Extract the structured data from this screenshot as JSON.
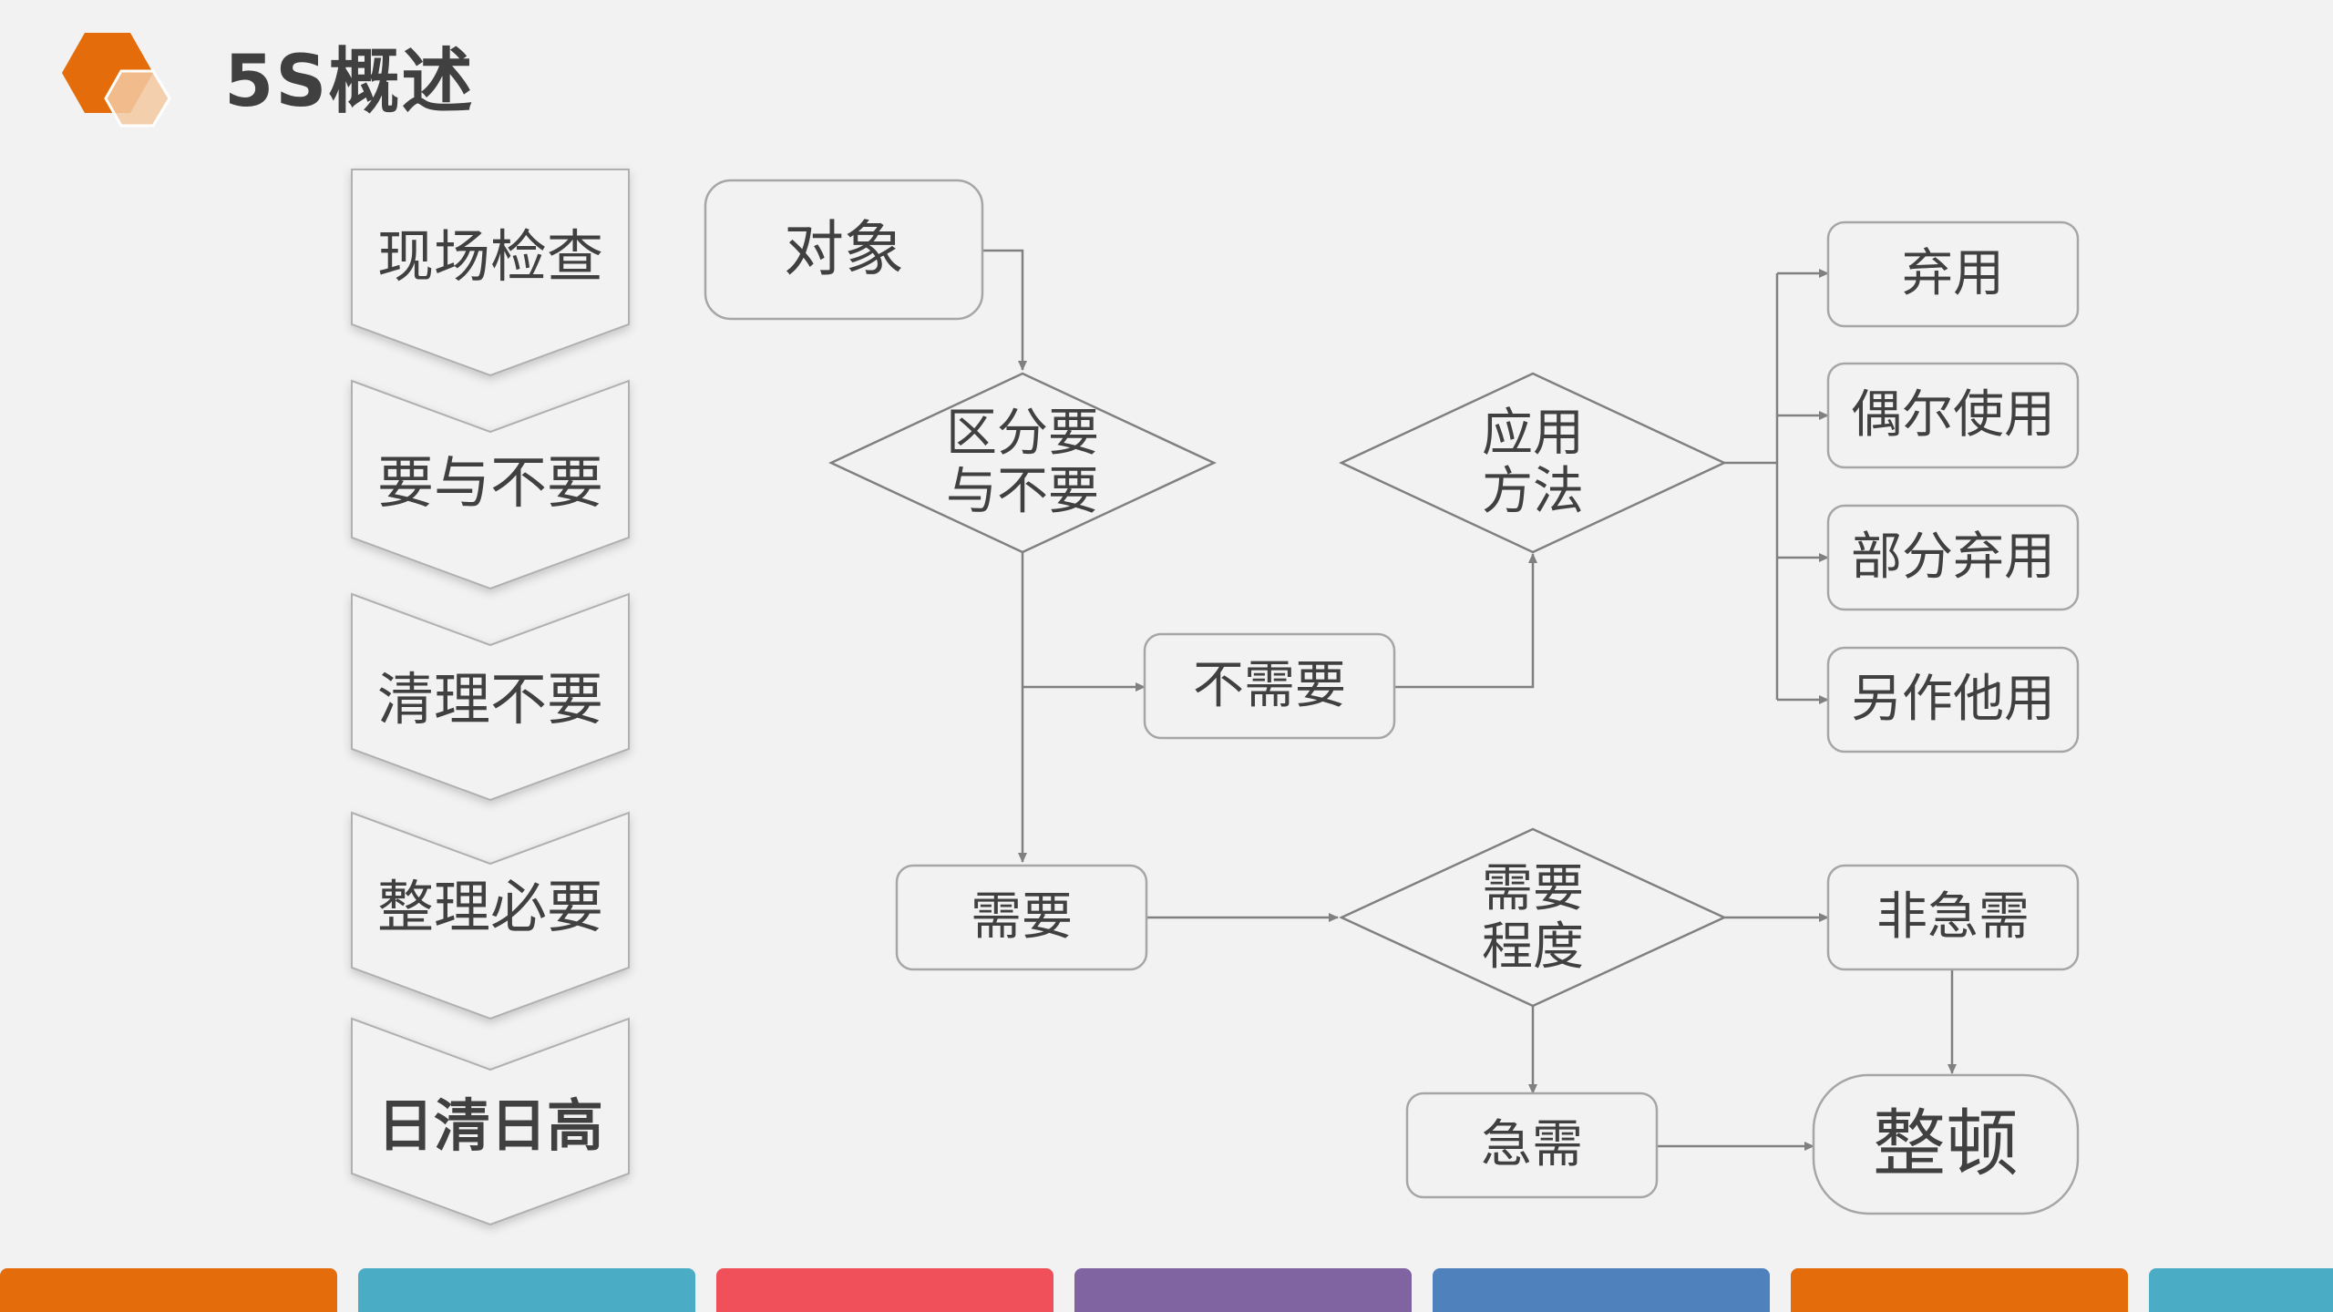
{
  "title": "5S概述",
  "colors": {
    "accent": "#e46c0a",
    "accent_light": "#f5c9a2",
    "text": "#404040",
    "line": "#808080",
    "box_border": "#a6a6a6"
  },
  "steps": [
    "现场检查",
    "要与不要",
    "清理不要",
    "整理必要",
    "日清日高"
  ],
  "nodes": {
    "object": "对象",
    "distinguish": [
      "区分要",
      "与不要"
    ],
    "not_needed": "不需要",
    "apply_method": [
      "应用",
      "方法"
    ],
    "needed": "需要",
    "need_degree": [
      "需要",
      "程度"
    ],
    "urgent": "急需",
    "non_urgent": "非急需",
    "arrange": "整顿"
  },
  "methods": [
    "弃用",
    "偶尔使用",
    "部分弃用",
    "另作他用"
  ],
  "bottom_bars": [
    "#e46c0a",
    "#4bacc6",
    "#f0505a",
    "#8064a2",
    "#4f81bd",
    "#e46c0a",
    "#4bacc6"
  ]
}
